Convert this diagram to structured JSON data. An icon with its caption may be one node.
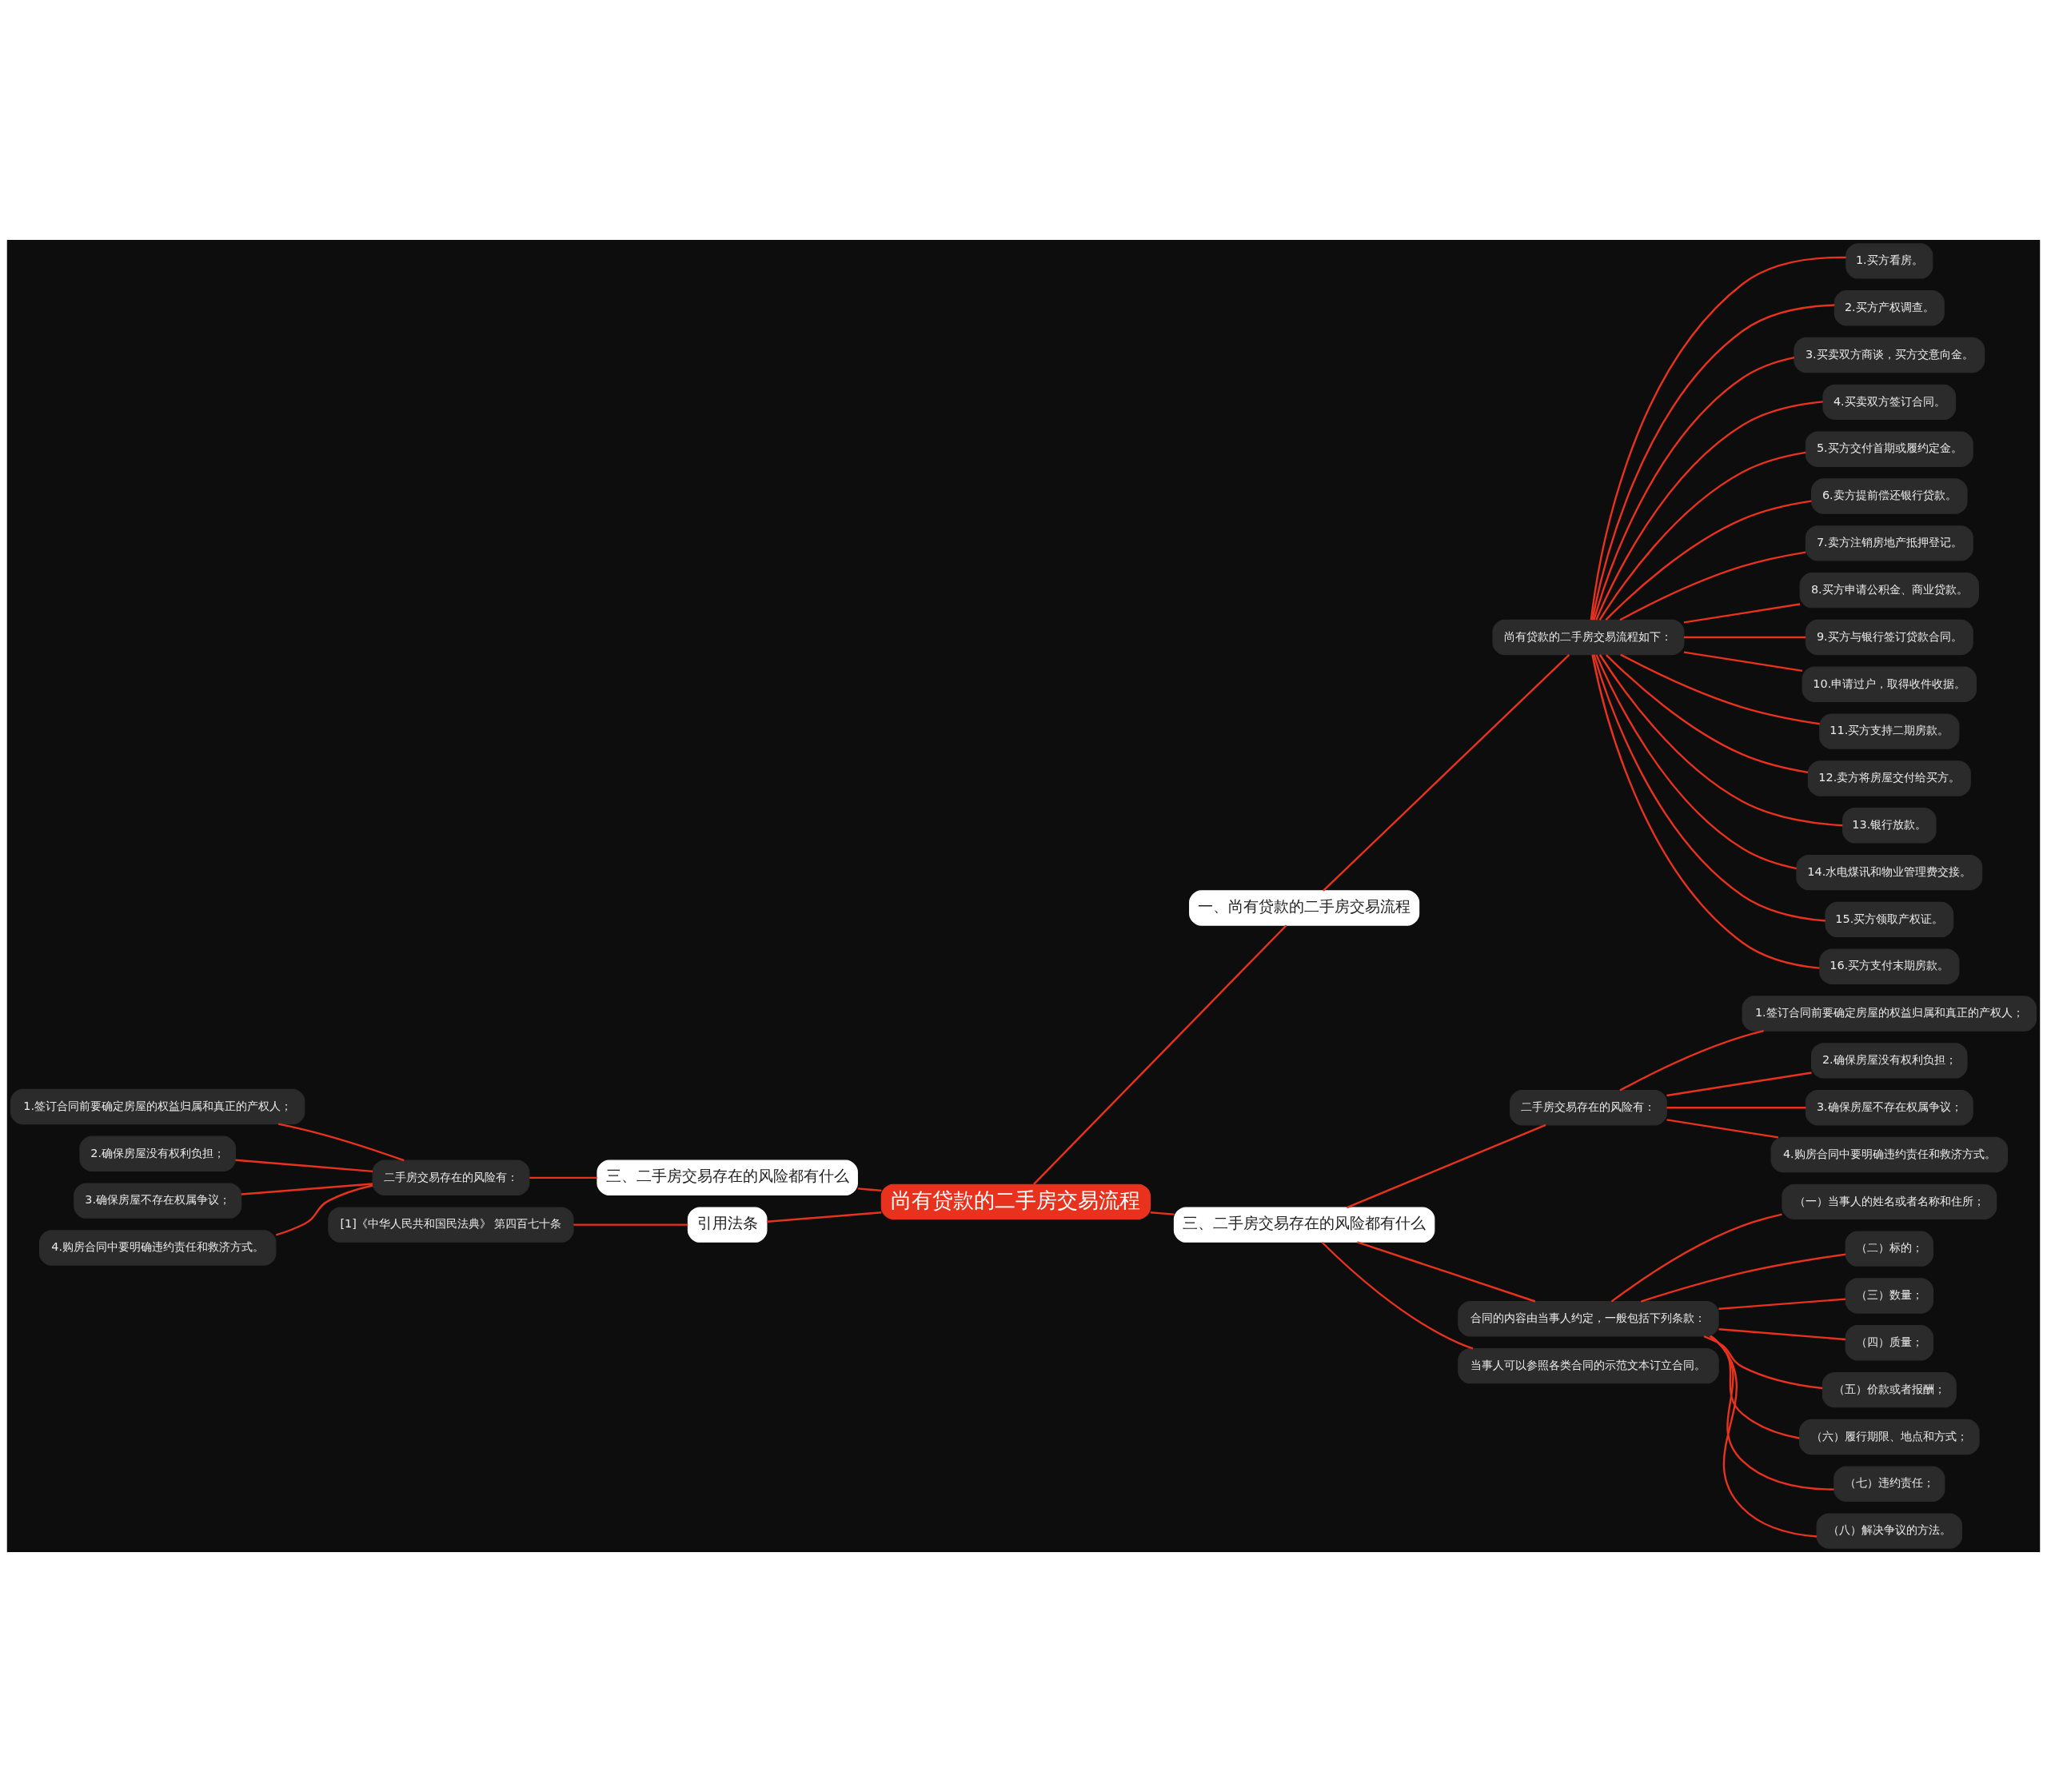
{
  "diagram": {
    "nodes": [
      {
        "text": [
          "尚有贷款的二手房交易流程"
        ]
      },
      {
        "text": [
          "一、尚有贷款的二手房交易流程"
        ]
      },
      {
        "text": [
          "尚有贷款的二手房交易流程如下："
        ]
      },
      {
        "text": [
          "1.买方看房。"
        ]
      },
      {
        "text": [
          "2.买方产权调查。"
        ]
      },
      {
        "text": [
          "3.买卖双方商谈，买方交意向金。"
        ]
      },
      {
        "text": [
          "4.买卖双方签订合同。"
        ]
      },
      {
        "text": [
          "5.买方交付首期或履约定金。"
        ]
      },
      {
        "text": [
          "6.卖方提前偿还银行贷款。"
        ]
      },
      {
        "text": [
          "7.卖方注销房地产抵押登记。"
        ]
      },
      {
        "text": [
          "8.买方申请公积金、商业贷款。"
        ]
      },
      {
        "text": [
          "9.买方与银行签订贷款合同。"
        ]
      },
      {
        "text": [
          "10.申请过户，取得收件收据。"
        ]
      },
      {
        "text": [
          "11.买方支持二期房款。"
        ]
      },
      {
        "text": [
          "12.卖方将房屋交付给买方。"
        ]
      },
      {
        "text": [
          "13.银行放款。"
        ]
      },
      {
        "text": [
          "14.水电煤讯和物业管理费交接。"
        ]
      },
      {
        "text": [
          "15.买方领取产权证。"
        ]
      },
      {
        "text": [
          "16.买方支付末期房款。"
        ]
      },
      {
        "text": [
          "三、二手房交易存在的风险都有什么"
        ]
      },
      {
        "text": [
          "二手房交易存在的风险有："
        ]
      },
      {
        "text": [
          "1.签订合同前要确定房屋的权益归属和真正的产权人；"
        ]
      },
      {
        "text": [
          "2.确保房屋没有权利负担；"
        ]
      },
      {
        "text": [
          "3.确保房屋不存在权属争议；"
        ]
      },
      {
        "text": [
          "4.购房合同中要明确违约责任和救济方式。"
        ]
      },
      {
        "text": [
          "合同的内容由当事人约定，一般包括下列条款："
        ]
      },
      {
        "text": [
          "（一）当事人的姓名或者名称和住所；"
        ]
      },
      {
        "text": [
          "（二）标的；"
        ]
      },
      {
        "text": [
          "（三）数量；"
        ]
      },
      {
        "text": [
          "（四）质量；"
        ]
      },
      {
        "text": [
          "（五）价款或者报酬；"
        ]
      },
      {
        "text": [
          "（六）履行期限、地点和方式；"
        ]
      },
      {
        "text": [
          "（七）违约责任；"
        ]
      },
      {
        "text": [
          "（八）解决争议的方法。"
        ]
      },
      {
        "text": [
          "当事人可以参照各类合同的示范文本订立合同。"
        ]
      },
      {
        "text": [
          "三、二手房交易存在的风险都有什么"
        ]
      },
      {
        "text": [
          "二手房交易存在的风险有："
        ]
      },
      {
        "text": [
          "1.签订合同前要确定房屋的权益归属和真正的产权人；"
        ]
      },
      {
        "text": [
          "2.确保房屋没有权利负担；"
        ]
      },
      {
        "text": [
          "3.确保房屋不存在权属争议；"
        ]
      },
      {
        "text": [
          "4.购房合同中要明确违约责任和救济方式。"
        ]
      },
      {
        "text": [
          "引用法条"
        ]
      },
      {
        "text": [
          "[1]《中华人民共和国民法典》 第四百七十条"
        ]
      }
    ],
    "edges": [
      {
        "from": 0,
        "to": 1,
        "arrow": "none"
      },
      {
        "from": 1,
        "to": 2,
        "arrow": "none"
      },
      {
        "from": 2,
        "to": 3,
        "arrow": "none"
      },
      {
        "from": 2,
        "to": 4,
        "arrow": "none"
      },
      {
        "from": 2,
        "to": 5,
        "arrow": "none"
      },
      {
        "from": 2,
        "to": 6,
        "arrow": "none"
      },
      {
        "from": 2,
        "to": 7,
        "arrow": "none"
      },
      {
        "from": 2,
        "to": 8,
        "arrow": "none"
      },
      {
        "from": 2,
        "to": 9,
        "arrow": "none"
      },
      {
        "from": 2,
        "to": 10,
        "arrow": "none"
      },
      {
        "from": 2,
        "to": 11,
        "arrow": "none"
      },
      {
        "from": 2,
        "to": 12,
        "arrow": "none"
      },
      {
        "from": 2,
        "to": 13,
        "arrow": "none"
      },
      {
        "from": 2,
        "to": 14,
        "arrow": "none"
      },
      {
        "from": 2,
        "to": 15,
        "arrow": "none"
      },
      {
        "from": 2,
        "to": 16,
        "arrow": "none"
      },
      {
        "from": 2,
        "to": 17,
        "arrow": "none"
      },
      {
        "from": 2,
        "to": 18,
        "arrow": "none"
      },
      {
        "from": 0,
        "to": 19,
        "arrow": "none"
      },
      {
        "from": 19,
        "to": 20,
        "arrow": "none"
      },
      {
        "from": 20,
        "to": 21,
        "arrow": "none"
      },
      {
        "from": 20,
        "to": 22,
        "arrow": "none"
      },
      {
        "from": 20,
        "to": 23,
        "arrow": "none"
      },
      {
        "from": 20,
        "to": 24,
        "arrow": "none"
      },
      {
        "from": 19,
        "to": 25,
        "arrow": "none"
      },
      {
        "from": 25,
        "to": 26,
        "arrow": "none"
      },
      {
        "from": 25,
        "to": 27,
        "arrow": "none"
      },
      {
        "from": 25,
        "to": 28,
        "arrow": "none"
      },
      {
        "from": 25,
        "to": 29,
        "arrow": "none"
      },
      {
        "from": 25,
        "to": 30,
        "arrow": "none"
      },
      {
        "from": 25,
        "to": 31,
        "arrow": "none"
      },
      {
        "from": 25,
        "to": 32,
        "arrow": "none"
      },
      {
        "from": 25,
        "to": 33,
        "arrow": "none"
      },
      {
        "from": 19,
        "to": 34,
        "arrow": "none"
      },
      {
        "from": 0,
        "to": 35,
        "arrow": "none"
      },
      {
        "from": 35,
        "to": 36,
        "arrow": "none"
      },
      {
        "from": 36,
        "to": 37,
        "arrow": "none"
      },
      {
        "from": 36,
        "to": 38,
        "arrow": "none"
      },
      {
        "from": 36,
        "to": 39,
        "arrow": "none"
      },
      {
        "from": 36,
        "to": 40,
        "arrow": "none"
      },
      {
        "from": 0,
        "to": 41,
        "arrow": "none"
      },
      {
        "from": 41,
        "to": 42,
        "arrow": "none"
      }
    ]
  }
}
